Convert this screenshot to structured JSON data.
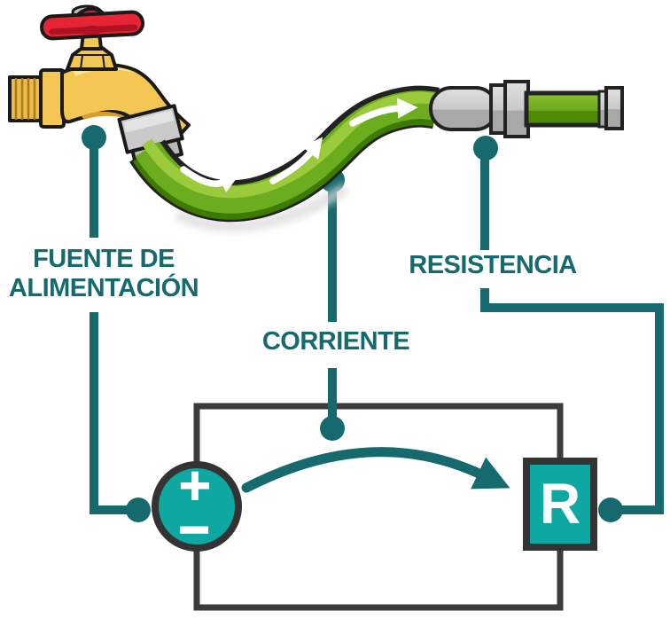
{
  "labels": {
    "power_supply_line1": "FUENTE DE",
    "power_supply_line2": "ALIMENTACIÓN",
    "current": "CORRIENTE",
    "resistance": "RESISTENCIA"
  },
  "circuit": {
    "source_plus": "+",
    "source_minus": "−",
    "resistor": "R"
  },
  "colors": {
    "label_teal": "#166A6E",
    "component_teal": "#0FA7A2",
    "wire_gray": "#3B3B3B",
    "hose_green": "#6CAD1F",
    "hose_green_dark": "#3D7A00",
    "hose_green_light": "#9BCB3C",
    "faucet_gold": "#F4C654",
    "handle_red": "#E62433",
    "metal_gray": "#C9C9C9"
  }
}
